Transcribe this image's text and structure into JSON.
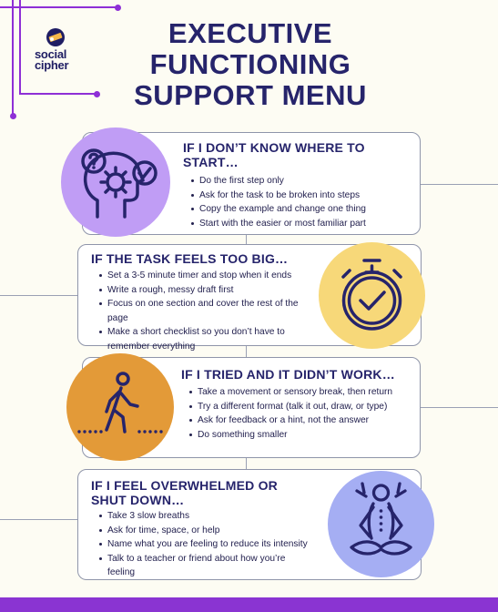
{
  "brand": {
    "line1": "social",
    "line2": "cipher"
  },
  "title": {
    "line1": "EXECUTIVE",
    "line2": "FUNCTIONING",
    "line3": "SUPPORT MENU"
  },
  "sections": [
    {
      "heading_line1": "IF I DON’T KNOW WHERE TO",
      "heading_line2": "START…",
      "items": [
        "Do the first step only",
        "Ask for the task to be broken into steps",
        "Copy the example and change one thing",
        "Start with the easier or most familiar part"
      ],
      "icon": "head-gears-question-check-icon",
      "color": "#c09df5"
    },
    {
      "heading_line1": "IF THE TASK FEELS TOO BIG…",
      "items": [
        "Set a 3-5 minute timer and stop when it ends",
        "Write a rough, messy draft first",
        "Focus on one section and cover the rest of the page",
        "Make a short checklist so you don’t have to remember everything"
      ],
      "icon": "stopwatch-check-icon",
      "color": "#f7d879"
    },
    {
      "heading_line1": "IF I TRIED AND IT DIDN’T WORK…",
      "items": [
        "Take a movement or sensory break, then return",
        "Try a different format (talk it out, draw, or type)",
        "Ask for feedback or a hint, not the answer",
        "Do something smaller"
      ],
      "icon": "walking-person-icon",
      "color": "#e39a38"
    },
    {
      "heading_line1": "IF I FEEL OVERWHELMED OR",
      "heading_line2": "SHUT DOWN…",
      "items": [
        "Take 3 slow breaths",
        "Ask for time, space, or help",
        "Name what you are feeling to reduce its intensity",
        "Talk to a teacher or friend about how you’re feeling"
      ],
      "icon": "meditating-person-icon",
      "color": "#a5aef3"
    }
  ]
}
